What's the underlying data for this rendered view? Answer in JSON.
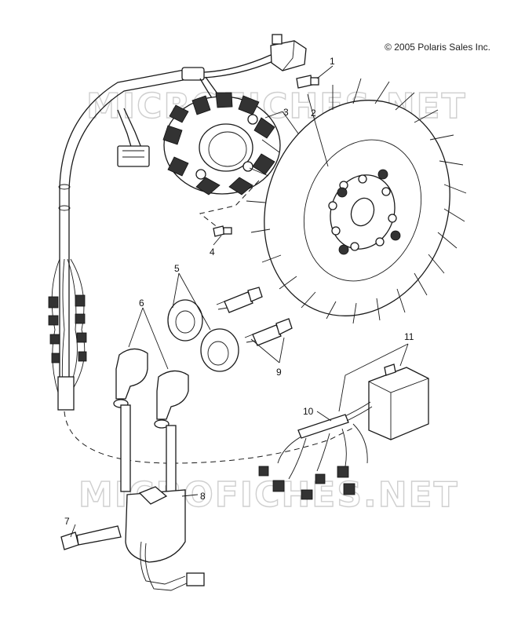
{
  "copyright": "© 2005 Polaris Sales Inc.",
  "watermarks": [
    "MICROFICHES.NET",
    "MICROFICHES.NET"
  ],
  "callouts": [
    "1",
    "2",
    "3",
    "4",
    "5",
    "6",
    "7",
    "8",
    "9",
    "10",
    "11"
  ]
}
